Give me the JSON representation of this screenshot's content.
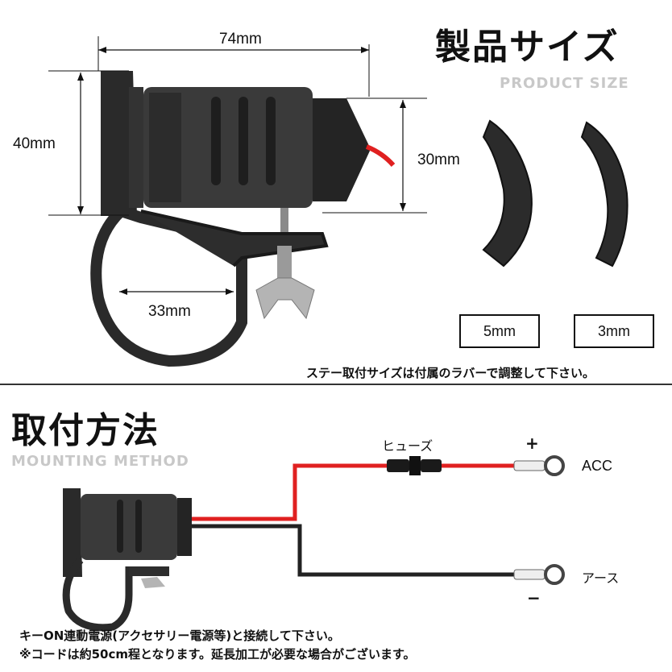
{
  "product_size": {
    "title_jp": "製品サイズ",
    "title_en": "PRODUCT SIZE",
    "dim_length": "74mm",
    "dim_height": "40mm",
    "dim_front": "30mm",
    "dim_clamp": "33mm",
    "rubber_thick": "5mm",
    "rubber_thin": "3mm",
    "note": "ステー取付サイズは付属のラバーで調整して下さい。"
  },
  "mounting": {
    "title_jp": "取付方法",
    "title_en": "MOUNTING METHOD",
    "fuse_label": "ヒューズ",
    "plus_sign": "+",
    "minus_sign": "−",
    "acc_label": "ACC",
    "ground_label": "アース",
    "note_line1": "キーON連動電源(アクセサリー電源等)と接続して下さい。",
    "note_line2": "※コードは約50cm程となります。延長加工が必要な場合がございます。"
  },
  "colors": {
    "wire_positive": "#e02020",
    "wire_negative": "#222222",
    "divider": "#333333"
  }
}
